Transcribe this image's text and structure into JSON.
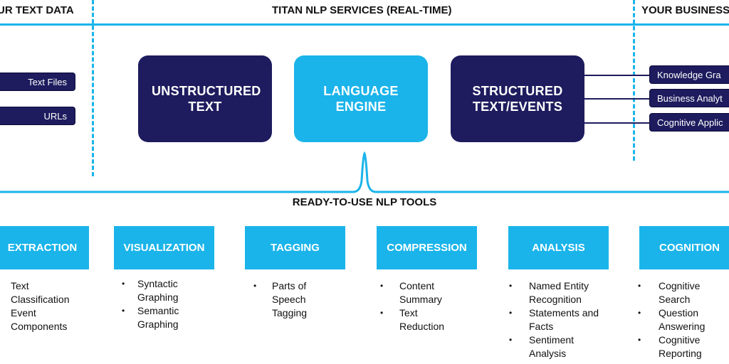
{
  "sections": {
    "left_title": "UR TEXT DATA",
    "center_title": "TITAN NLP SERVICES (REAL-TIME)",
    "right_title": "YOUR BUSINESS"
  },
  "inputs": [
    "Text Files",
    "URLs"
  ],
  "pipeline": {
    "unstructured": "UNSTRUCTURED TEXT",
    "engine": "LANGUAGE ENGINE",
    "structured": "STRUCTURED TEXT/EVENTS"
  },
  "outputs": [
    "Knowledge Gra",
    "Business Analyt",
    "Cognitive Applic"
  ],
  "tools_title": "READY-TO-USE NLP TOOLS",
  "tools": [
    {
      "label": "EXTRACTION",
      "items": [
        "Text",
        "Classification",
        "Event",
        "Components"
      ],
      "bulleted": false
    },
    {
      "label": "VISUALIZATION",
      "items": [
        "Syntactic Graphing",
        "Semantic Graphing"
      ],
      "bulleted": true
    },
    {
      "label": "TAGGING",
      "items": [
        "Parts of Speech Tagging"
      ],
      "bulleted": true
    },
    {
      "label": "COMPRESSION",
      "items": [
        "Content Summary",
        "Text Reduction"
      ],
      "bulleted": true
    },
    {
      "label": "ANALYSIS",
      "items": [
        "Named Entity Recognition",
        "Statements and Facts",
        "Sentiment Analysis"
      ],
      "bulleted": true
    },
    {
      "label": "COGNITION",
      "items": [
        "Cognitive Search",
        "Question Answering",
        "Cognitive Reporting"
      ],
      "bulleted": true
    }
  ],
  "colors": {
    "navy": "#1e1c5e",
    "cyan": "#1ab4ea"
  }
}
